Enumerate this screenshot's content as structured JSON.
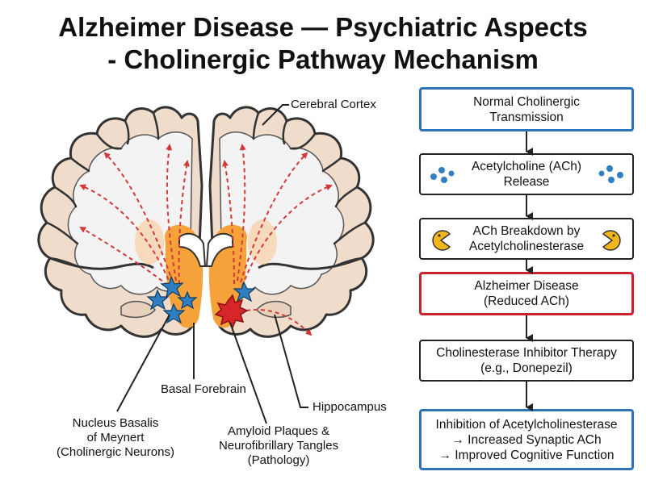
{
  "title": {
    "line1": "Alzheimer Disease — Psychiatric Aspects",
    "line2": "- Cholinergic Pathway Mechanism"
  },
  "labels": {
    "cortex": "Cerebral Cortex",
    "basal_forebrain": "Basal Forebrain",
    "hippocampus": "Hippocampus",
    "nucleus": [
      "Nucleus Basalis",
      "of Meynert",
      "(Cholinergic Neurons)"
    ],
    "plaques": [
      "Amyloid Plaques &",
      "Neurofibrillary Tangles",
      "(Pathology)"
    ]
  },
  "flowchart": [
    {
      "lines": [
        "Normal Cholinergic",
        "Transmission"
      ],
      "style": "blue",
      "decor": "none"
    },
    {
      "lines": [
        "Acetylcholine (ACh)",
        "Release"
      ],
      "style": "normal",
      "decor": "molecules"
    },
    {
      "lines": [
        "ACh Breakdown by",
        "Acetylcholinesterase"
      ],
      "style": "normal",
      "decor": "enzyme"
    },
    {
      "lines": [
        "Alzheimer Disease",
        "(Reduced ACh)"
      ],
      "style": "red",
      "decor": "none"
    },
    {
      "lines": [
        "Cholinesterase Inhibitor Therapy",
        "(e.g., Donepezil)"
      ],
      "style": "normal",
      "decor": "none"
    },
    {
      "lines": [
        "Inhibition of Acetylcholinesterase",
        "→ Increased Synaptic ACh",
        "→ Improved Cognitive Function"
      ],
      "style": "blue",
      "decor": "none"
    }
  ],
  "colors": {
    "cortex_fill": "#efdccb",
    "cortex_stroke": "#333333",
    "white_matter": "#f3f3f3",
    "forebrain": "#f5a23a",
    "neuron": "#2f7fc1",
    "plaque": "#d6262a",
    "projection": "#d23a3a",
    "enzyme": "#f2b71c"
  }
}
